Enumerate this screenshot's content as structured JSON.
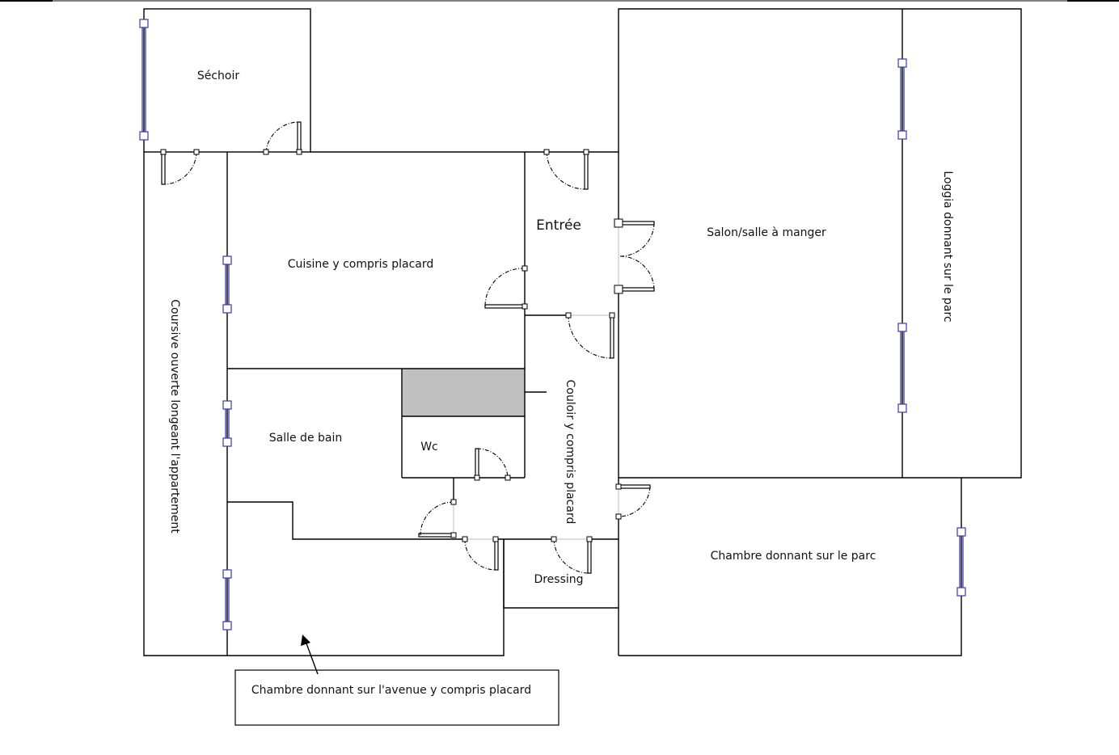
{
  "rooms": {
    "sechoir": "Séchoir",
    "entree": "Entrée",
    "salon": "Salon/salle à manger",
    "loggia": "Loggia donnant sur le parc",
    "cuisine": "Cuisine y compris  placard",
    "coursive": "Coursive ouverte longeant l'appartement",
    "salle_de_bain": "Salle de bain",
    "wc": "Wc",
    "couloir": "Couloir y compris placard",
    "dressing": "Dressing",
    "chambre_parc": "Chambre donnant sur le parc",
    "chambre_avenue": "Chambre donnant sur l'avenue y compris placard"
  },
  "colors": {
    "walls": "#000000",
    "windows": "#3a3aa8",
    "placard_fill": "#c0c0c0",
    "background": "#ffffff"
  }
}
